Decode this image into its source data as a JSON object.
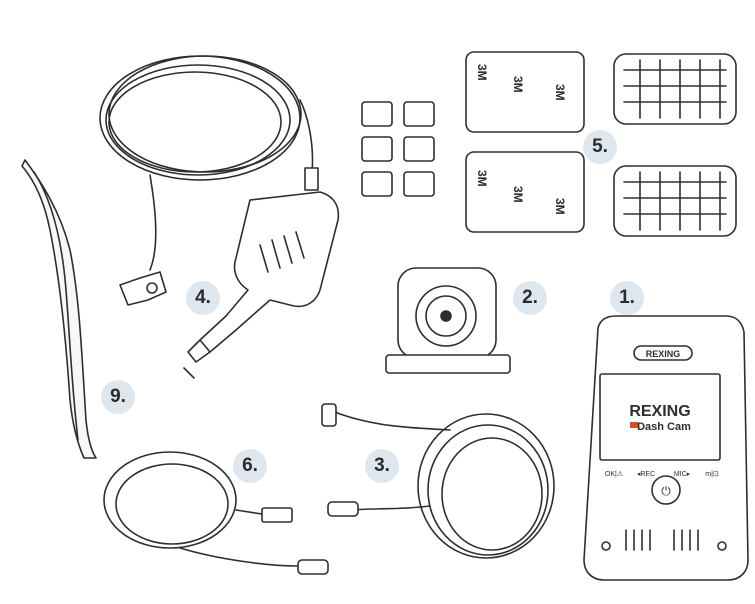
{
  "badges": {
    "camera": "1.",
    "rear_camera": "2.",
    "mini_usb_cable": "3.",
    "car_charger": "4.",
    "adhesive_mounts": "5.",
    "usb_cable": "6.",
    "pry_tool": "9."
  },
  "adhesive_label": "3M",
  "camera": {
    "brand_top": "REXING",
    "screen_brand": "REXING",
    "screen_subtitle": "Dash Cam",
    "buttons": [
      "OK|⚠",
      "◂REC",
      "MIC▸",
      "m|⊡"
    ],
    "power_icon": "⏻"
  },
  "colors": {
    "outline": "#2e2e2e",
    "badge_bg": "#dfe7ee",
    "screen_accent": "#d94a2a"
  }
}
